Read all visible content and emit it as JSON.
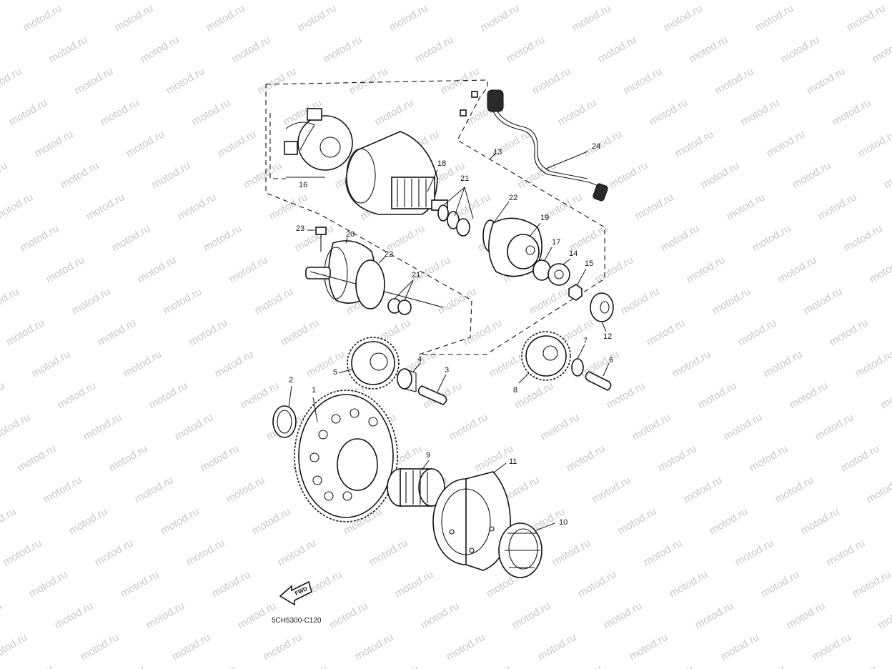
{
  "watermark": "motod.ru",
  "drawing_code": "5CH5300-C120",
  "fwd_label": "FWD",
  "callouts": [
    "1",
    "2",
    "3",
    "4",
    "5",
    "6",
    "7",
    "8",
    "9",
    "10",
    "11",
    "12",
    "13",
    "14",
    "15",
    "16",
    "17",
    "18",
    "19",
    "20",
    "21",
    "21",
    "22",
    "22",
    "23",
    "24"
  ],
  "colors": {
    "line": "#111111",
    "watermark": "#c8c8c8",
    "background": "#ffffff"
  }
}
